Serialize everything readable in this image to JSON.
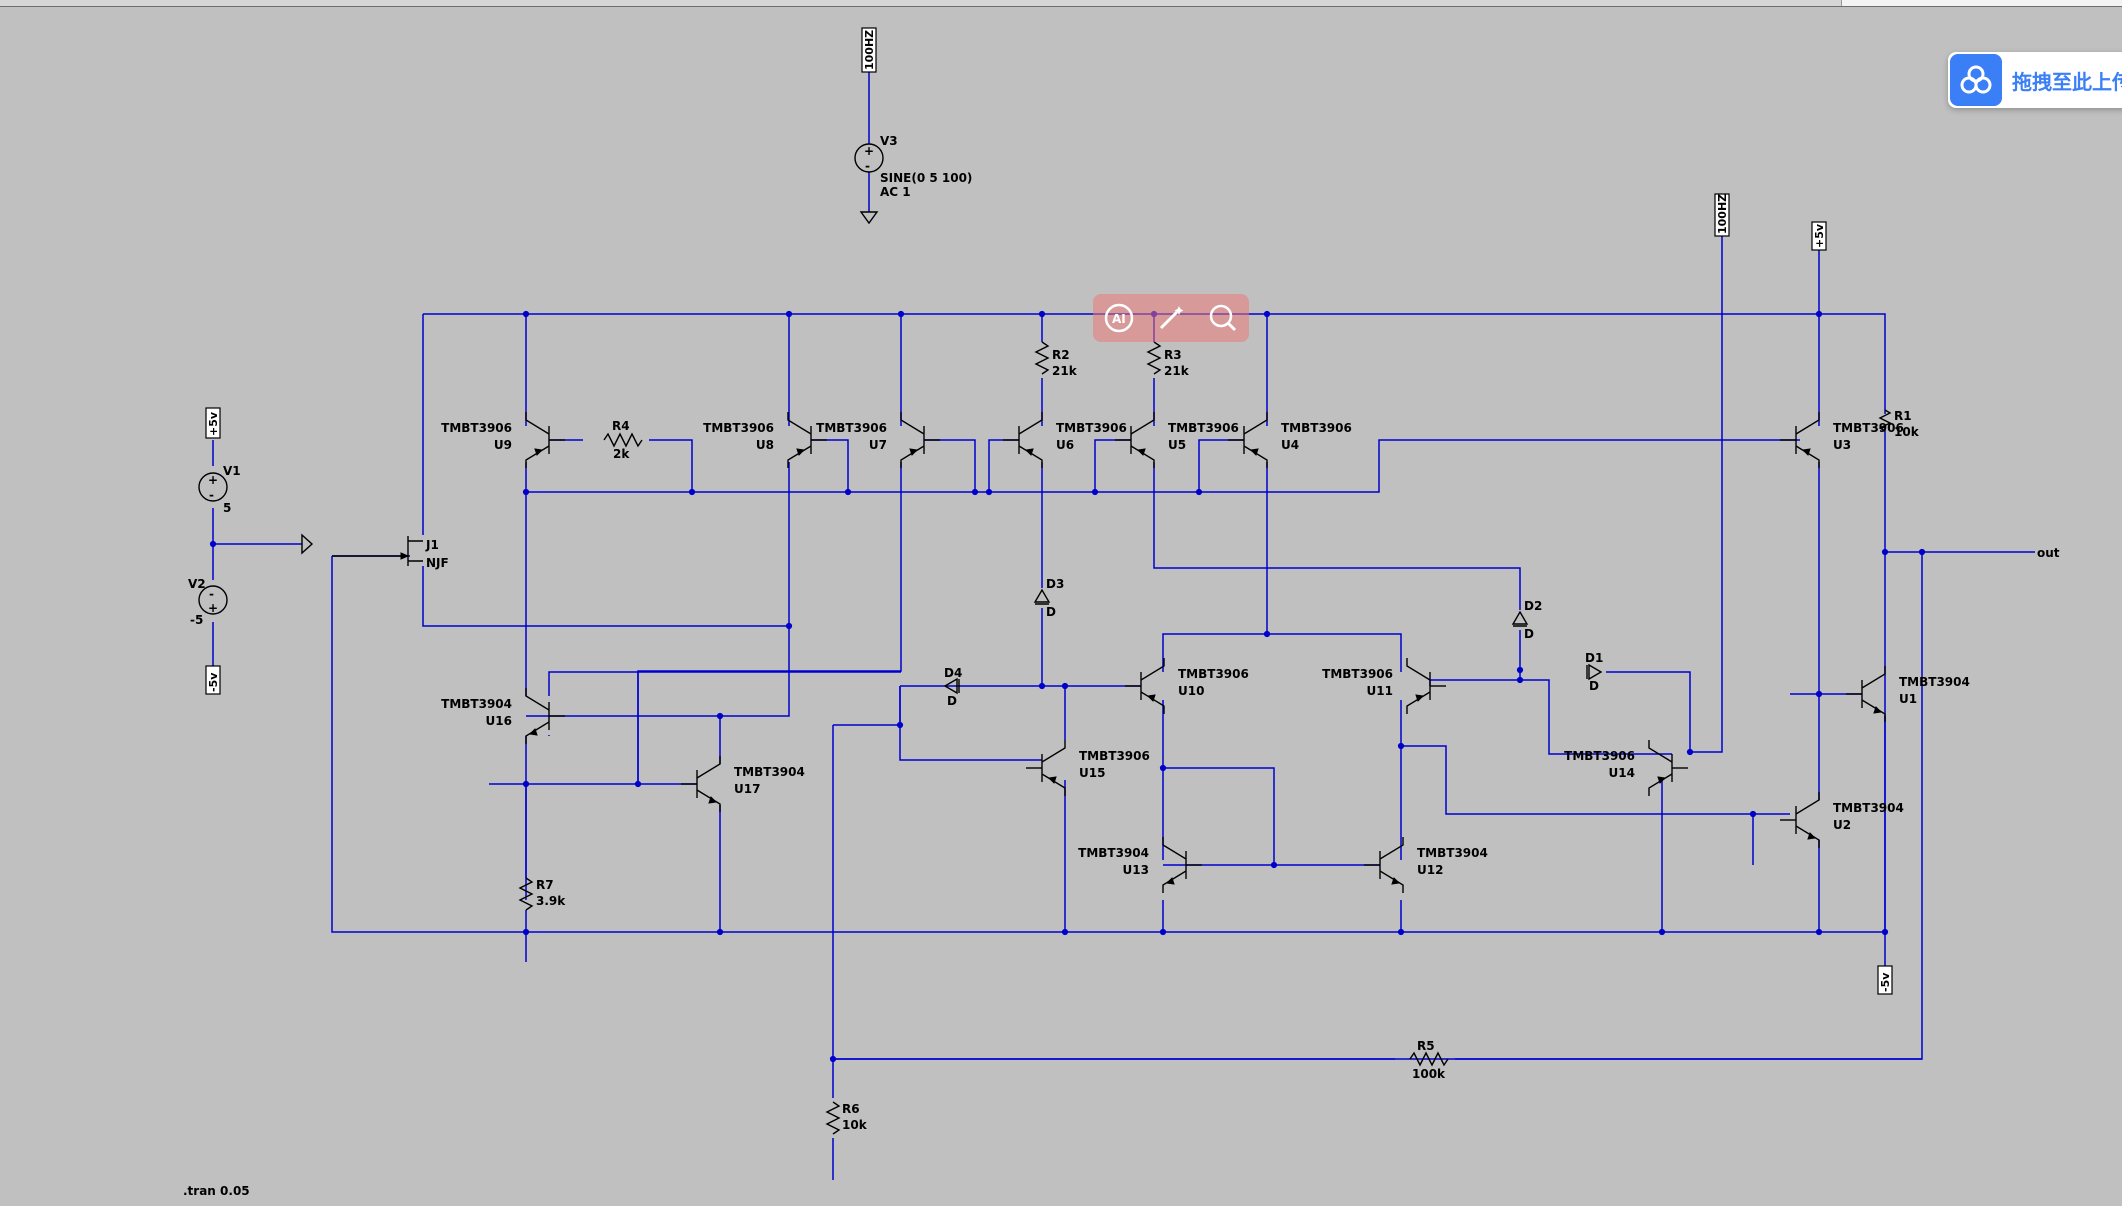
{
  "schematic": {
    "directive": ".tran 0.05",
    "net_labels": {
      "out": "out",
      "hz_top": "100HZ",
      "hz_right": "100HZ",
      "pos5_left": "+5v",
      "neg5_left": "-5v",
      "pos5_right": "+5v",
      "neg5_right": "-5v"
    },
    "sources": {
      "v3": {
        "name": "V3",
        "value1": "SINE(0 5 100)",
        "value2": "AC 1"
      },
      "v1": {
        "name": "V1",
        "value": "5"
      },
      "v2": {
        "name": "V2",
        "value": "-5"
      }
    },
    "jfet": {
      "name": "J1",
      "model": "NJF"
    },
    "resistors": {
      "r1": {
        "name": "R1",
        "value": "10k"
      },
      "r2": {
        "name": "R2",
        "value": "21k"
      },
      "r3": {
        "name": "R3",
        "value": "21k"
      },
      "r4": {
        "name": "R4",
        "value": "2k"
      },
      "r5": {
        "name": "R5",
        "value": "100k"
      },
      "r6": {
        "name": "R6",
        "value": "10k"
      },
      "r7": {
        "name": "R7",
        "value": "3.9k"
      }
    },
    "diodes": {
      "d1": {
        "name": "D1",
        "model": "D"
      },
      "d2": {
        "name": "D2",
        "model": "D"
      },
      "d3": {
        "name": "D3",
        "model": "D"
      },
      "d4": {
        "name": "D4",
        "model": "D"
      }
    },
    "transistors": {
      "u1": {
        "name": "U1",
        "model": "TMBT3904"
      },
      "u2": {
        "name": "U2",
        "model": "TMBT3904"
      },
      "u3": {
        "name": "U3",
        "model": "TMBT3906"
      },
      "u4": {
        "name": "U4",
        "model": "TMBT3906"
      },
      "u5": {
        "name": "U5",
        "model": "TMBT3906"
      },
      "u6": {
        "name": "U6",
        "model": "TMBT3906"
      },
      "u7": {
        "name": "U7",
        "model": "TMBT3906"
      },
      "u8": {
        "name": "U8",
        "model": "TMBT3906"
      },
      "u9": {
        "name": "U9",
        "model": "TMBT3906"
      },
      "u10": {
        "name": "U10",
        "model": "TMBT3906"
      },
      "u11": {
        "name": "U11",
        "model": "TMBT3906"
      },
      "u12": {
        "name": "U12",
        "model": "TMBT3904"
      },
      "u13": {
        "name": "U13",
        "model": "TMBT3904"
      },
      "u14": {
        "name": "U14",
        "model": "TMBT3906"
      },
      "u15": {
        "name": "U15",
        "model": "TMBT3906"
      },
      "u16": {
        "name": "U16",
        "model": "TMBT3904"
      },
      "u17": {
        "name": "U17",
        "model": "TMBT3904"
      }
    }
  },
  "overlay": {
    "upload_label": "拖拽至此上传",
    "upload_icon": "cloud-icon",
    "toolbar_icons": [
      "ai-chat-icon",
      "magic-wand-icon",
      "search-icon"
    ]
  },
  "colors": {
    "background": "#c0c0c0",
    "wire": "#0000cd",
    "component": "#000000",
    "upload_accent": "#3b7ff6"
  }
}
